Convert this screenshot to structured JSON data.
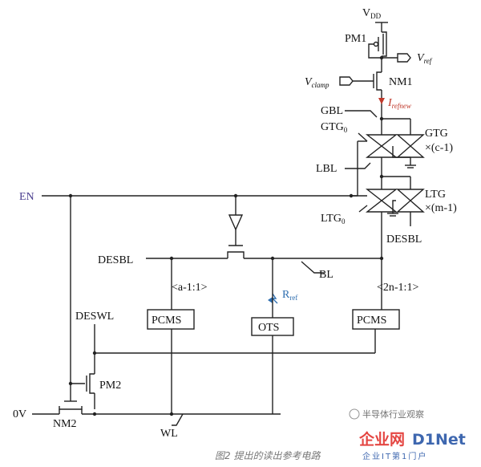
{
  "nodes": {
    "vdd": "V",
    "vdd_sub": "DD",
    "pm1": "PM1",
    "vref": "V",
    "vref_sub": "ref",
    "vclamp": "V",
    "vclamp_sub": "clamp",
    "nm1": "NM1",
    "irefnew": "I",
    "irefnew_sub": "refnew",
    "gbl": "GBL",
    "gtg0": "GTG",
    "gtg0_sub": "0",
    "gtg": "GTG",
    "gtg_count": "×(c-1)",
    "lbl": "LBL",
    "ltg": "LTG",
    "ltg_count": "×(m-1)",
    "ltg0": "LTG",
    "ltg0_sub": "0",
    "desbl_bottom": "DESBL",
    "en": "EN",
    "desbl_left": "DESBL",
    "bl": "BL",
    "range_a": "<a-1:1>",
    "range_2n": "<2n-1:1>",
    "rref": "R",
    "rref_sub": "ref",
    "pcms_left": "PCMS",
    "ots": "OTS",
    "pcms_right": "PCMS",
    "deswl": "DESWL",
    "pm2": "PM2",
    "zero_v": "0V",
    "nm2": "NM2",
    "wl": "WL"
  },
  "caption": "图2  提出的读出参考电路",
  "watermark": {
    "source": "半导体行业观察",
    "brand": "企业网",
    "brand2": "D1Net",
    "footer": "企业IT第1门户"
  }
}
